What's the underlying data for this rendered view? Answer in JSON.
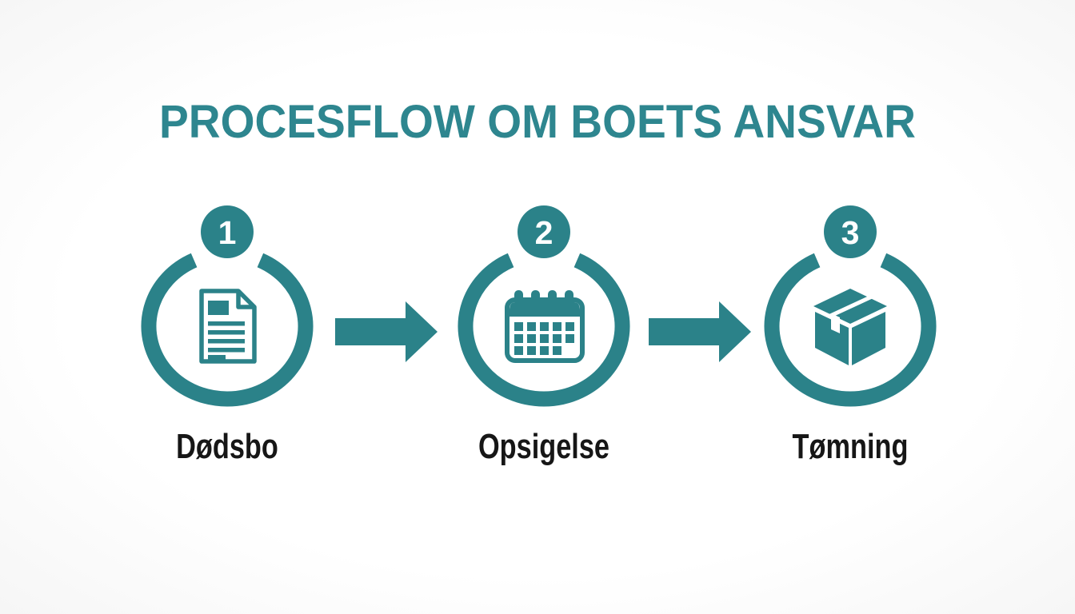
{
  "title": "PROCESFLOW OM BOETS ANSVAR",
  "colors": {
    "teal": "#2b8289",
    "title_teal": "#2e868f",
    "label_text": "#161616",
    "background": "#ffffff"
  },
  "steps": [
    {
      "number": "1",
      "label": "Dødsbo",
      "icon": "document-icon"
    },
    {
      "number": "2",
      "label": "Opsigelse",
      "icon": "calendar-icon"
    },
    {
      "number": "3",
      "label": "Tømning",
      "icon": "box-icon"
    }
  ],
  "arrows": [
    {
      "icon": "arrow-right-icon"
    },
    {
      "icon": "arrow-right-icon"
    }
  ]
}
